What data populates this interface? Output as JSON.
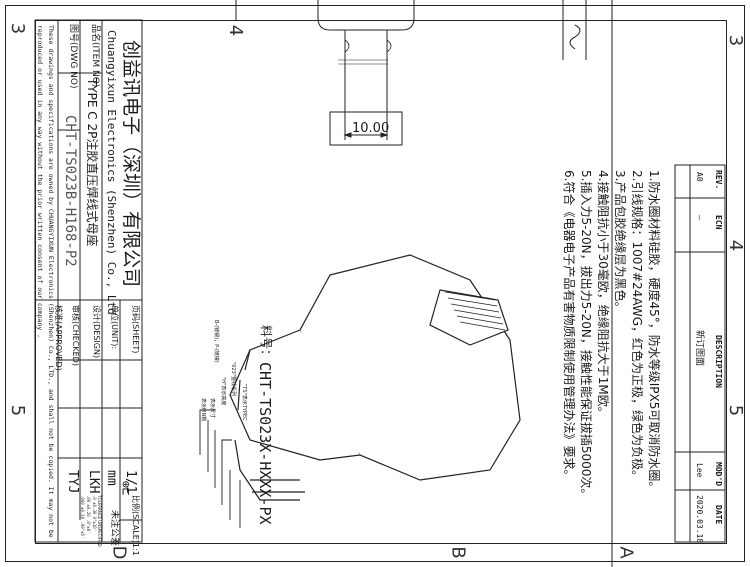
{
  "zones": {
    "top": [
      "3",
      "4",
      "5"
    ],
    "bottom": [
      "D",
      "B",
      "A"
    ]
  },
  "dimension": "10.00",
  "revision_table": {
    "headers": {
      "rev": "REV.",
      "ecn": "ECN",
      "description": "DESCRIPTION",
      "modified": "MOD'D",
      "date": "DATE"
    },
    "row": {
      "rev": "A0",
      "ecn": "—",
      "description": "新订图面",
      "modified": "Lee",
      "date": "2020.03.18"
    }
  },
  "notes": [
    "1.防水圈材料硅胶，硬度45°，防水等级IPX5可取消防水圈。",
    "2.引线规格：1007#24AWG，红色为正极，绿色为负极。",
    "3.产品包胶绝缘层为黑色。",
    "4.接触阻抗小于30毫欧，绝缘阻抗大于1M欧。",
    "5.插入力5-20N，拔出力5-20N，接触性能保证拔插5000次。",
    "6.符合《电器电子产品有害物质限制使用管理办法》要求。"
  ],
  "part_code": {
    "prefix": "料号：",
    "code": "CHT-TS023X-HXXX-PX",
    "legend": [
      "\"TS\"表示TYPEC",
      "\"023\"整线系列",
      "B-(镀锡)；P-(镀镍)",
      "\"H\"表示高度",
      "表示尺寸",
      "表示PIN数"
    ]
  },
  "title_block": {
    "company_cn": "创益讯电子（深圳）有限公司",
    "company_en": "Chuangyixun Electronics (Shenzhen) Co., Ltd",
    "item_name_label": "品名(ITEM NO)",
    "item_name": "TYPE C 2P注胶直压焊线式母座",
    "dwg_no_label": "图号(DWG NO)",
    "dwg_no": "CHT-TS023B-H168-P2",
    "sheet_label": "页码(SHEET)",
    "sheet_value": "1/1",
    "unit_label": "单位(UNIT):",
    "unit_value": "mm",
    "design_label": "设计(DESIGN)",
    "design_value": "LKH",
    "check_label": "审核(CHECKED)",
    "check_value": "TYJ",
    "approve_label": "核准(APPROVED)",
    "approve_value": "",
    "scale_label": "比例(SCALE)1:1",
    "tolerance_label": "未注公差",
    "tolerance_sub": "TOLERANCE UNSPECIFIED",
    "tolerance_values": [
      ".0 ±0.30   0°±10'",
      ".00 ±0.20  .0°±8'",
      ".000 ±0.10 .00°±5'"
    ],
    "disclaimer": "These drawings and specifications are owned by CHUANGYIXUN Electronics (Shenzhen) Co., LTD., and shall not be copied. It may not be reproduced or used in any way without the prior written consent of our company ."
  }
}
